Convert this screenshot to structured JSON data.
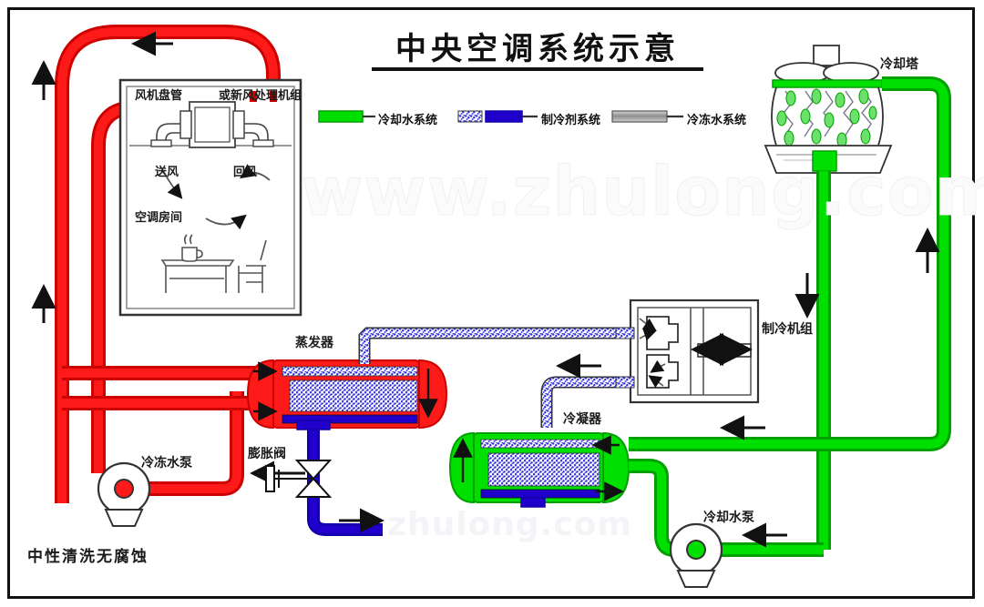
{
  "title": "中央空调系统示意",
  "legend": {
    "items": [
      {
        "key": "cooling_water",
        "label": "冷却水系统",
        "color": "#00e000",
        "swatch": "solid"
      },
      {
        "key": "refrigerant",
        "label": "制冷剂系统",
        "color": "#2200cc",
        "swatch": "speckle"
      },
      {
        "key": "chilled_water",
        "label": "冷冻水系统",
        "color": "#9a9a9a",
        "swatch": "gray"
      }
    ]
  },
  "room": {
    "unit_label_left": "风机盘管",
    "unit_label_right": "或新风处理机组",
    "supply_air": "送风",
    "return_air": "回风",
    "room_label": "空调房间"
  },
  "equipment": {
    "evaporator": "蒸发器",
    "condenser": "冷凝器",
    "chiller": "制冷机组",
    "cooling_tower": "冷却塔",
    "expansion_valve": "膨胀阀",
    "chilled_water_pump": "冷冻水泵",
    "cooling_water_pump": "冷却水泵"
  },
  "footer_note": "中性清洗无腐蚀",
  "watermarks": {
    "primary": "www.zhulong.com",
    "secondary": "zhulong.com"
  },
  "colors": {
    "red_fill": "#ff1a1a",
    "red_stroke": "#cc0000",
    "green_fill": "#00e000",
    "green_stroke": "#00a000",
    "blue_fill": "#2200cc",
    "speckle_blue": "#3333dd",
    "gray": "#9a9a9a",
    "outline": "#111111",
    "background": "#ffffff"
  }
}
